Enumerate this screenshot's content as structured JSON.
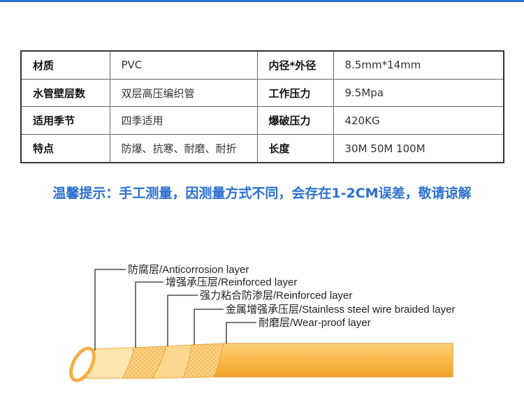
{
  "specs": {
    "rows": [
      {
        "label1": "材质",
        "value1": "PVC",
        "label2": "内径*外径",
        "value2": "8.5mm*14mm"
      },
      {
        "label1": "水管壁层数",
        "value1": "双层高压编织管",
        "label2": "工作压力",
        "value2": "9.5Mpa"
      },
      {
        "label1": "适用季节",
        "value1": "四季适用",
        "label2": "爆破压力",
        "value2": "420KG"
      },
      {
        "label1": "特点",
        "value1": "防爆、抗寒、耐磨、耐折",
        "label2": "长度",
        "value2": "30M 50M 100M"
      }
    ]
  },
  "notice": "温馨提示：手工测量，因测量方式不同，会存在1-2CM误差，敬请谅解",
  "layers": [
    "防腐层/Anticorrosion layer",
    "增强承压层/Reinforced layer",
    "强力粘合防渗层/Reinforced layer",
    "金属增强承压层/Stainless steel wire braided layer",
    "耐磨层/Wear-proof layer"
  ],
  "colors": {
    "accent_blue": "#2a6fcf",
    "hose_orange": "#f7b64a",
    "hose_light": "#fde5b0"
  }
}
